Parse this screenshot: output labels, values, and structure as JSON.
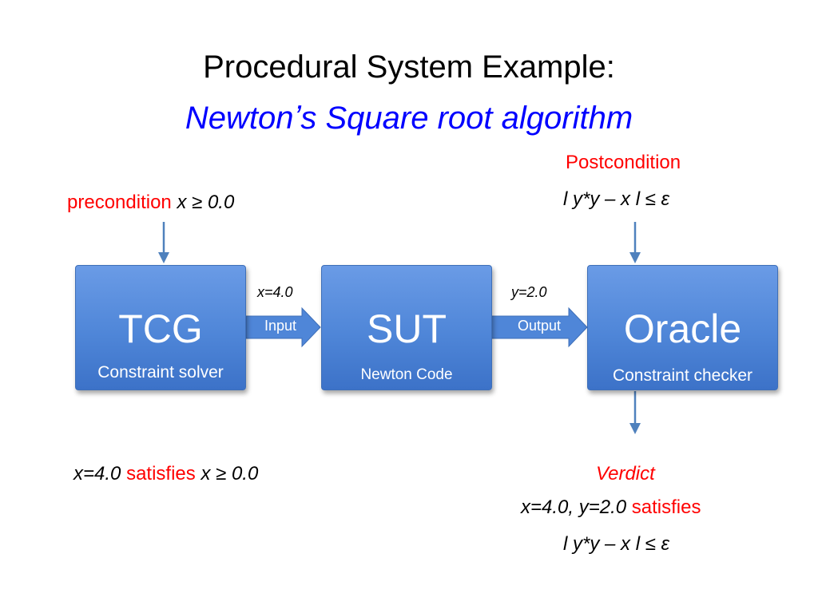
{
  "title": {
    "line1": "Procedural System Example:",
    "line2": "Newtonʼs Square root algorithm"
  },
  "precondition": {
    "label": "precondition",
    "expr": "x ≥ 0.0"
  },
  "postcondition": {
    "label": "Postcondition",
    "expr": "l y*y  – x l ≤ ε"
  },
  "blocks": {
    "tcg": {
      "name": "TCG",
      "caption": "Constraint solver"
    },
    "sut": {
      "name": "SUT",
      "caption": "Newton Code"
    },
    "oracle": {
      "name": "Oracle",
      "caption": "Constraint checker"
    }
  },
  "arrows": {
    "input": {
      "label": "Input",
      "value": "x=4.0"
    },
    "output": {
      "label": "Output",
      "value": "y=2.0"
    }
  },
  "bottom_left": {
    "part1": "x=4.0",
    "part2": "satisfies",
    "part3": "x ≥ 0.0"
  },
  "verdict": {
    "label": "Verdict",
    "line2_part1": "x=4.0, y=2.0",
    "line2_part2": "satisfies",
    "line3": "l y*y  – x l ≤ ε"
  },
  "colors": {
    "block_fill": "#4f86d8",
    "arrow": "#4f81bd",
    "title_accent": "#0000ff",
    "highlight": "#ff0000"
  }
}
